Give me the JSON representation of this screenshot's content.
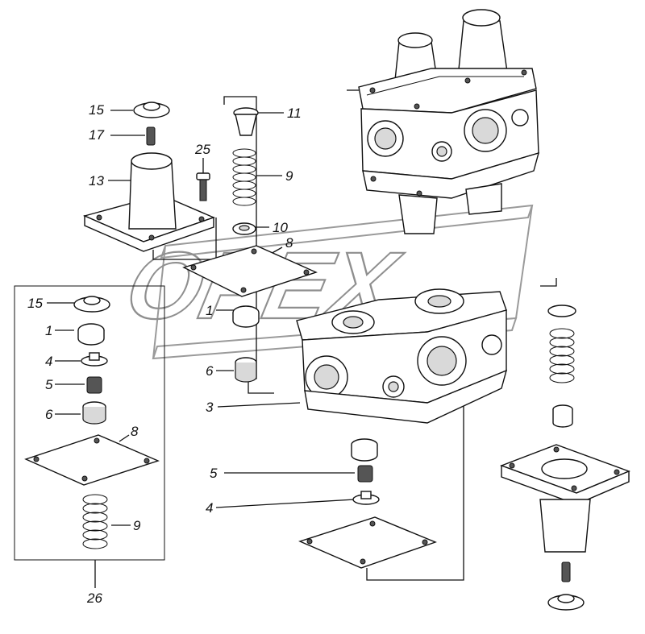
{
  "watermark": {
    "text": "OPEX"
  },
  "callouts": [
    {
      "id": "c15a",
      "text": "15"
    },
    {
      "id": "c17",
      "text": "17"
    },
    {
      "id": "c13",
      "text": "13"
    },
    {
      "id": "c25",
      "text": "25"
    },
    {
      "id": "c11",
      "text": "11"
    },
    {
      "id": "c9a",
      "text": "9"
    },
    {
      "id": "c10",
      "text": "10"
    },
    {
      "id": "c8a",
      "text": "8"
    },
    {
      "id": "c1a",
      "text": "1"
    },
    {
      "id": "c6a",
      "text": "6"
    },
    {
      "id": "c3",
      "text": "3"
    },
    {
      "id": "c15b",
      "text": "15"
    },
    {
      "id": "c1b",
      "text": "1"
    },
    {
      "id": "c4a",
      "text": "4"
    },
    {
      "id": "c5a",
      "text": "5"
    },
    {
      "id": "c6b",
      "text": "6"
    },
    {
      "id": "c8b",
      "text": "8"
    },
    {
      "id": "c9b",
      "text": "9"
    },
    {
      "id": "c26",
      "text": "26"
    },
    {
      "id": "c5b",
      "text": "5"
    },
    {
      "id": "c4b",
      "text": "4"
    }
  ]
}
